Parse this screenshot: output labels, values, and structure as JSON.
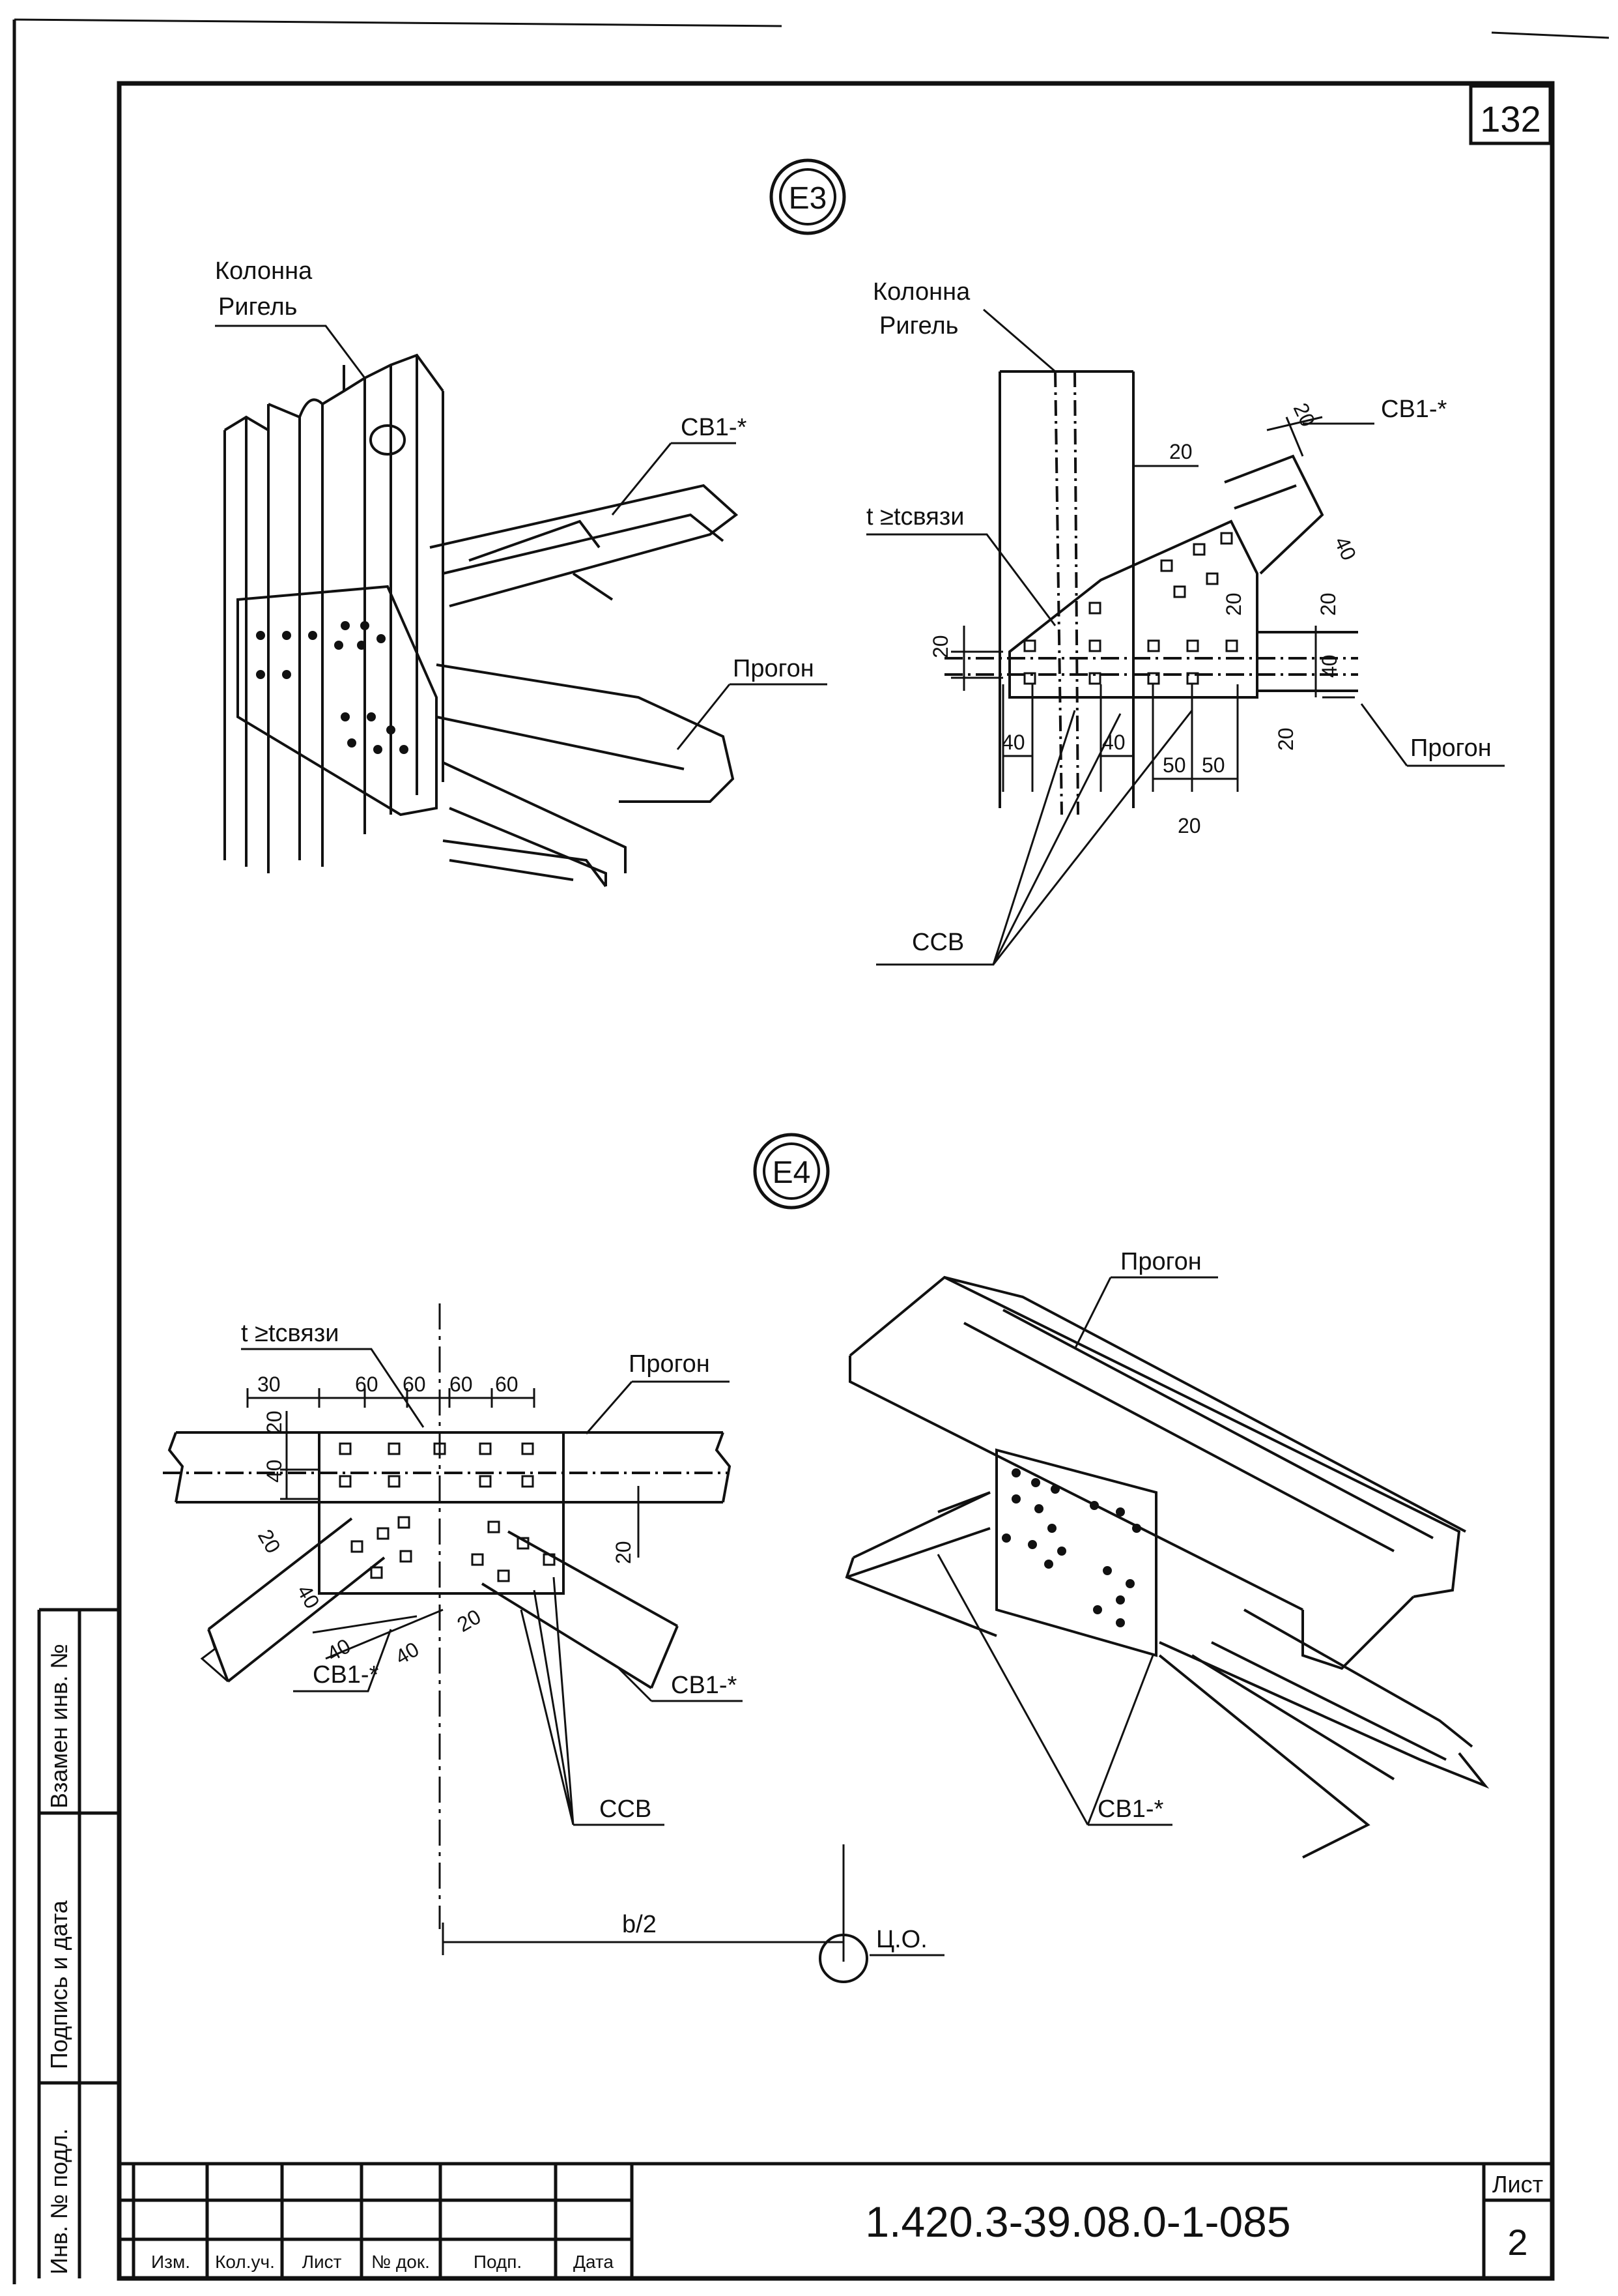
{
  "sheet": {
    "page_number": "132",
    "document_code": "1.420.3-39.08.0-1-085",
    "sheet_label": "Лист",
    "sheet_number": "2"
  },
  "side_stamp": {
    "replaced_inv": "Взамен инв. №",
    "sign_date": "Подпись и дата",
    "inv_orig": "Инв. № подл."
  },
  "title_block": {
    "columns": [
      "Изм.",
      "Кол.уч.",
      "Лист",
      "№ док.",
      "Подп.",
      "Дата"
    ]
  },
  "node_e3": {
    "marker": "Е3",
    "iso": {
      "column_label": "Колонна",
      "girder_label": "Ригель",
      "brace_label": "СВ1-*",
      "purlin_label": "Прогон"
    },
    "plan": {
      "column_label": "Колонна",
      "girder_label": "Ригель",
      "brace_label": "СВ1-*",
      "purlin_label": "Прогон",
      "thickness_note": "t ≥tсвязи",
      "bolt_label": "ССВ",
      "dims": {
        "d_20_top": "20",
        "d_20_diag": "20",
        "d_40_diag": "40",
        "d_20_brace": "20",
        "d_20_right": "20",
        "d_40_right": "40",
        "d_20_left": "20",
        "d_20_lower": "20",
        "d_40_a": "40",
        "d_40_b": "40",
        "d_50_a": "50",
        "d_50_b": "50",
        "d_20_bottom": "20"
      }
    }
  },
  "node_e4": {
    "marker": "Е4",
    "plan": {
      "thickness_note": "t ≥tсвязи",
      "purlin_label": "Прогон",
      "brace_left": "СВ1-*",
      "brace_right": "СВ1-*",
      "bolt_label": "ССВ",
      "half_width": "b/2",
      "axis_label": "Ц.О.",
      "dims": {
        "d_30": "30",
        "d_60_a": "60",
        "d_60_b": "60",
        "d_60_c": "60",
        "d_60_d": "60",
        "d_20_a": "20",
        "d_40_a": "40",
        "d_20_b": "20",
        "d_20_c": "20",
        "d_40_b": "40",
        "d_40_c": "40",
        "d_40_d": "40",
        "d_20_d": "20"
      }
    },
    "iso": {
      "purlin_label": "Прогон",
      "brace_label": "СВ1-*"
    }
  }
}
